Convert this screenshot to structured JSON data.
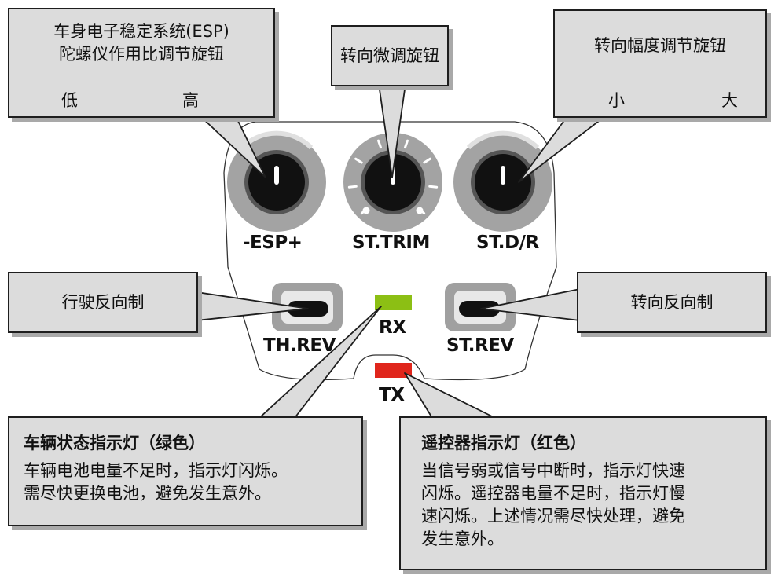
{
  "callouts": {
    "esp": {
      "line1": "车身电子稳定系统(ESP)",
      "line2": "陀螺仪作用比调节旋钮",
      "low": "低",
      "high": "高"
    },
    "trim": {
      "title": "转向微调旋钮"
    },
    "dr": {
      "title": "转向幅度调节旋钮",
      "small": "小",
      "large": "大"
    },
    "threv": {
      "title": "行驶反向制"
    },
    "strev": {
      "title": "转向反向制"
    },
    "vehicle_led": {
      "title": "车辆状态指示灯（绿色）",
      "line1": "车辆电池电量不足时，指示灯闪烁。",
      "line2": "需尽快更换电池，避免发生意外。"
    },
    "remote_led": {
      "title": "遥控器指示灯（红色）",
      "line1": "当信号弱或信号中断时，指示灯快速",
      "line2": "闪烁。遥控器电量不足时，指示灯慢",
      "line3": "速闪烁。上述情况需尽快处理，避免",
      "line4": "发生意外。"
    }
  },
  "panel": {
    "esp_label": "-ESP+",
    "trim_label": "ST.TRIM",
    "dr_label": "ST.D/R",
    "threv_label": "TH.REV",
    "strev_label": "ST.REV",
    "rx_label": "RX",
    "tx_label": "TX"
  },
  "colors": {
    "rx_led": "#8cbf14",
    "tx_led": "#e0261c",
    "callout_fill": "#dcdcdc",
    "knob_ring": "#a3a3a3",
    "knob_body": "#111111"
  }
}
